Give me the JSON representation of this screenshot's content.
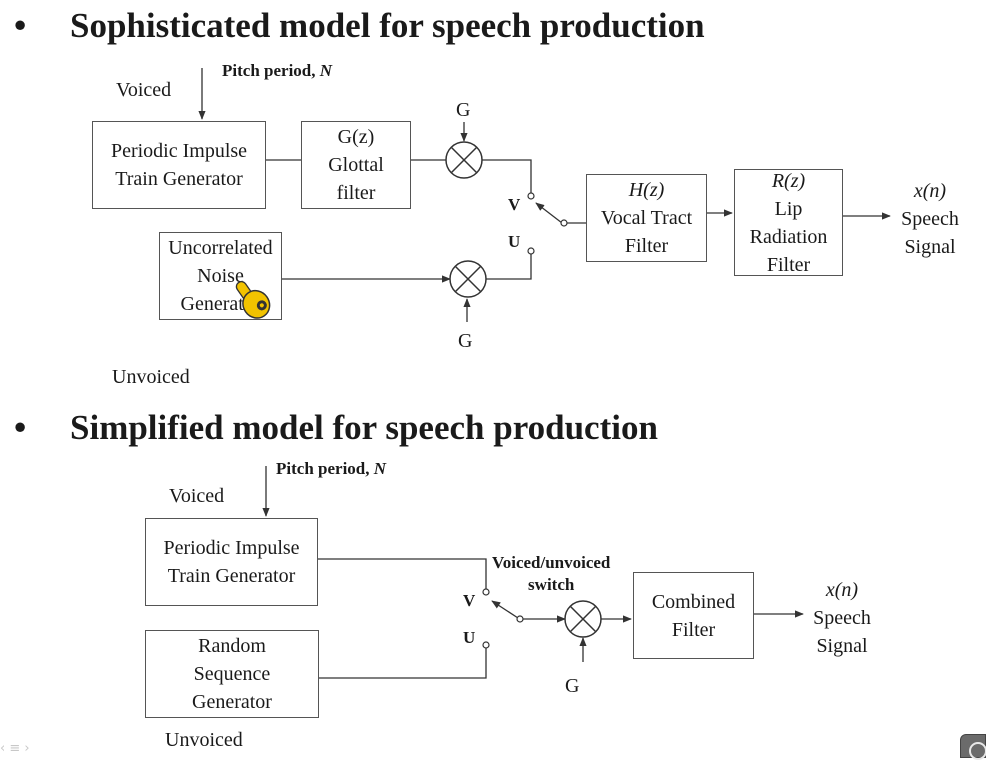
{
  "slide": {
    "bullet": "•",
    "top": {
      "title": "Sophisticated model for speech production",
      "voiced": "Voiced",
      "unvoiced": "Unvoiced",
      "pitch_label": "Pitch period,",
      "pitch_var": "N",
      "impulse": [
        "Periodic Impulse",
        "Train Generator"
      ],
      "glottal": [
        "G(z)",
        "Glottal",
        "filter"
      ],
      "noise": [
        "Uncorrelated",
        "Noise",
        "Generator"
      ],
      "gain_top": "G",
      "gain_bottom": "G",
      "v_label": "V",
      "u_label": "U",
      "vocal": [
        "H(z)",
        "Vocal Tract",
        "Filter"
      ],
      "lip": [
        "R(z)",
        "Lip",
        "Radiation",
        "Filter"
      ],
      "output": [
        "x(n)",
        "Speech",
        "Signal"
      ]
    },
    "bottom": {
      "title": "Simplified model for speech production",
      "voiced": "Voiced",
      "unvoiced": "Unvoiced",
      "pitch_label": "Pitch period,",
      "pitch_var": "N",
      "impulse": [
        "Periodic Impulse",
        "Train Generator"
      ],
      "random": [
        "Random",
        "Sequence",
        "Generator"
      ],
      "switch_label": [
        "Voiced/unvoiced",
        "switch"
      ],
      "v_label": "V",
      "u_label": "U",
      "gain": "G",
      "combined": [
        "Combined",
        "Filter"
      ],
      "output": [
        "x(n)",
        "Speech",
        "Signal"
      ]
    }
  },
  "icons": {
    "cursor": "hand-pointer-icon",
    "multiplier": "multiplier-circle-icon",
    "nav": "slide-nav-icon",
    "corner": "presenter-button-icon"
  },
  "colors": {
    "text": "#1a1a1a",
    "line": "#333333",
    "cursor_fill": "#f2c300"
  }
}
